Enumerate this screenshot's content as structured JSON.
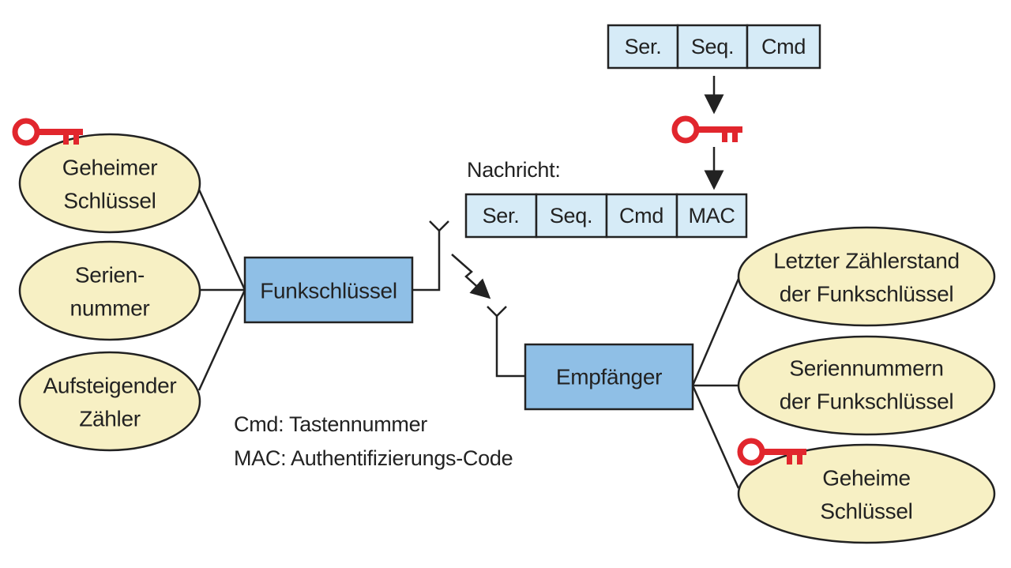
{
  "left_nodes": {
    "secret_key": [
      "Geheimer",
      "Schlüssel"
    ],
    "serial_number": [
      "Serien-",
      "nummer"
    ],
    "counter": [
      "Aufsteigender",
      "Zähler"
    ]
  },
  "transmitter": "Funkschlüssel",
  "receiver": "Empfänger",
  "right_nodes": {
    "last_counter": [
      "Letzter Zählerstand",
      "der Funkschlüssel"
    ],
    "serial_numbers": [
      "Seriennummern",
      "der Funkschlüssel"
    ],
    "secret_keys": [
      "Geheime",
      "Schlüssel"
    ]
  },
  "top_fields": [
    "Ser.",
    "Seq.",
    "Cmd"
  ],
  "message_label": "Nachricht:",
  "message_fields": [
    "Ser.",
    "Seq.",
    "Cmd",
    "MAC"
  ],
  "legend": [
    "Cmd: Tastennummer",
    "MAC: Authentifizierungs-Code"
  ],
  "colors": {
    "key": "#e1262d",
    "ellipse_fill": "#f7f0c4",
    "box_fill": "#8fbfe6",
    "field_fill": "#d6ebf7"
  },
  "icons": [
    "key-icon",
    "antenna-icon",
    "radio-signal-icon",
    "arrow-down-icon"
  ]
}
